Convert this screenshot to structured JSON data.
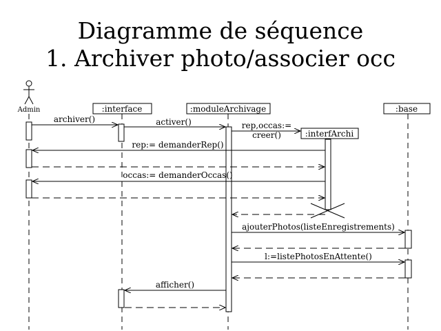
{
  "title": {
    "line1": "Diagramme de séquence",
    "line2": "1. Archiver photo/associer occ"
  },
  "actor": {
    "name": "Admin"
  },
  "objects": {
    "interface": ":interface",
    "moduleArchivage": ":moduleArchivage",
    "interfArchi": ":interfArchi",
    "base": ":base"
  },
  "messages": {
    "archiver": "archiver()",
    "activer": "activer()",
    "creer_line1": "rep,occas:=",
    "creer_line2": "creer()",
    "demanderRep": "rep:= demanderRep()",
    "demanderOccas": "occas:= demanderOccas()",
    "ajouterPhotos": "ajouterPhotos(listeEnregistrements)",
    "listePhotos": "l:=listePhotosEnAttente()",
    "afficher": "afficher()"
  }
}
